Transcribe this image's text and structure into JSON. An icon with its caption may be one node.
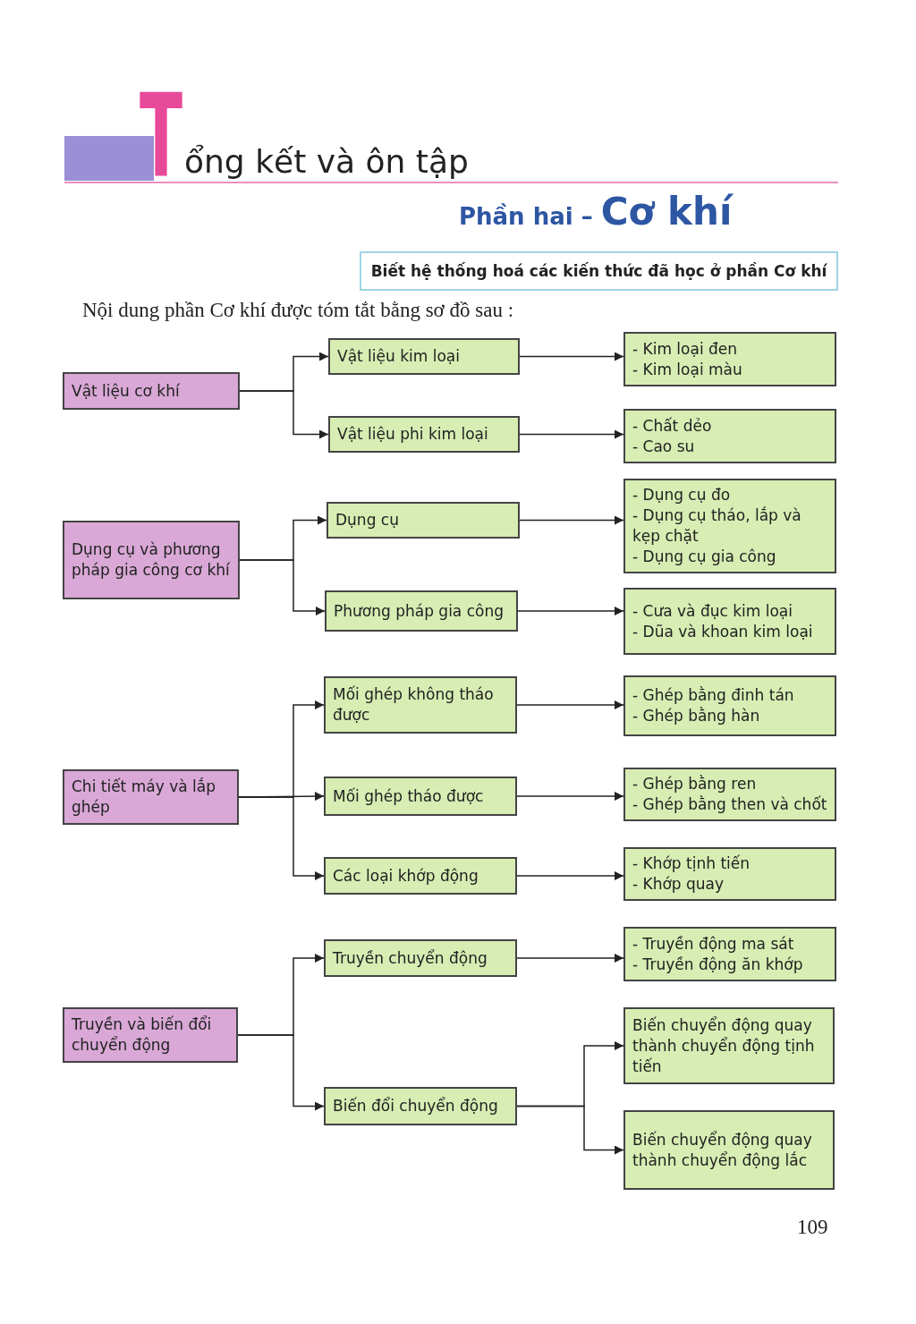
{
  "diagram": {
    "title": "Tổng kết và ôn tập",
    "nodes": [
      {
        "text": [
          "Biết hệ thống hoá các kiến thức đã học ở phần Cơ khí"
        ]
      },
      {
        "text": [
          "Vật liệu cơ khí"
        ]
      },
      {
        "text": [
          "Vật liệu kim loại"
        ]
      },
      {
        "text": [
          "Vật liệu phi kim loại"
        ]
      },
      {
        "text": [
          "- Kim loại đen",
          "- Kim loại màu"
        ]
      },
      {
        "text": [
          "- Chất dẻo",
          "- Cao su"
        ]
      },
      {
        "text": [
          "Dụng cụ và phương pháp gia công cơ khí"
        ]
      },
      {
        "text": [
          "Dụng cụ"
        ]
      },
      {
        "text": [
          "Phương pháp gia công"
        ]
      },
      {
        "text": [
          "- Dụng cụ đo",
          "- Dụng cụ tháo, lắp và kẹp chặt",
          "- Dụng cụ gia công"
        ]
      },
      {
        "text": [
          "- Cưa và đục kim loại",
          "- Dũa và khoan kim loại"
        ]
      },
      {
        "text": [
          "Chi tiết máy và lắp ghép"
        ]
      },
      {
        "text": [
          "Mối ghép không tháo được"
        ]
      },
      {
        "text": [
          "Mối ghép tháo được"
        ]
      },
      {
        "text": [
          "Các loại khớp động"
        ]
      },
      {
        "text": [
          "- Ghép bằng đinh tán",
          "- Ghép bằng hàn"
        ]
      },
      {
        "text": [
          "- Ghép bằng ren",
          "- Ghép bằng then và chốt"
        ]
      },
      {
        "text": [
          "- Khớp tịnh tiến",
          "- Khớp quay"
        ]
      },
      {
        "text": [
          "Truyền và biến đổi chuyển động"
        ]
      },
      {
        "text": [
          "Truyền chuyển động"
        ]
      },
      {
        "text": [
          "Biến đổi chuyển động"
        ]
      },
      {
        "text": [
          "- Truyền động ma sát",
          "- Truyền động ăn khớp"
        ]
      },
      {
        "text": [
          "Biến chuyển động quay thành chuyển động tịnh tiến"
        ]
      },
      {
        "text": [
          "Biến chuyển động quay thành chuyển động lắc"
        ]
      }
    ],
    "edges": [
      {
        "from": 1,
        "to": 2,
        "arrow": "to"
      },
      {
        "from": 1,
        "to": 3,
        "arrow": "to"
      },
      {
        "from": 2,
        "to": 4,
        "arrow": "to"
      },
      {
        "from": 3,
        "to": 5,
        "arrow": "to"
      },
      {
        "from": 6,
        "to": 7,
        "arrow": "to"
      },
      {
        "from": 6,
        "to": 8,
        "arrow": "to"
      },
      {
        "from": 7,
        "to": 9,
        "arrow": "to"
      },
      {
        "from": 8,
        "to": 10,
        "arrow": "to"
      },
      {
        "from": 11,
        "to": 12,
        "arrow": "to"
      },
      {
        "from": 11,
        "to": 13,
        "arrow": "to"
      },
      {
        "from": 11,
        "to": 14,
        "arrow": "to"
      },
      {
        "from": 12,
        "to": 15,
        "arrow": "to"
      },
      {
        "from": 13,
        "to": 16,
        "arrow": "to"
      },
      {
        "from": 14,
        "to": 17,
        "arrow": "to"
      },
      {
        "from": 18,
        "to": 19,
        "arrow": "to"
      },
      {
        "from": 18,
        "to": 20,
        "arrow": "to"
      },
      {
        "from": 19,
        "to": 21,
        "arrow": "to"
      },
      {
        "from": 20,
        "to": 22,
        "arrow": "to"
      },
      {
        "from": 20,
        "to": 23,
        "arrow": "to"
      }
    ],
    "labels": [
      "Phần hai – **Cơ khí**",
      "Nội dung phần Cơ khí được tóm tắt bằng sơ đồ sau :",
      "109"
    ]
  }
}
